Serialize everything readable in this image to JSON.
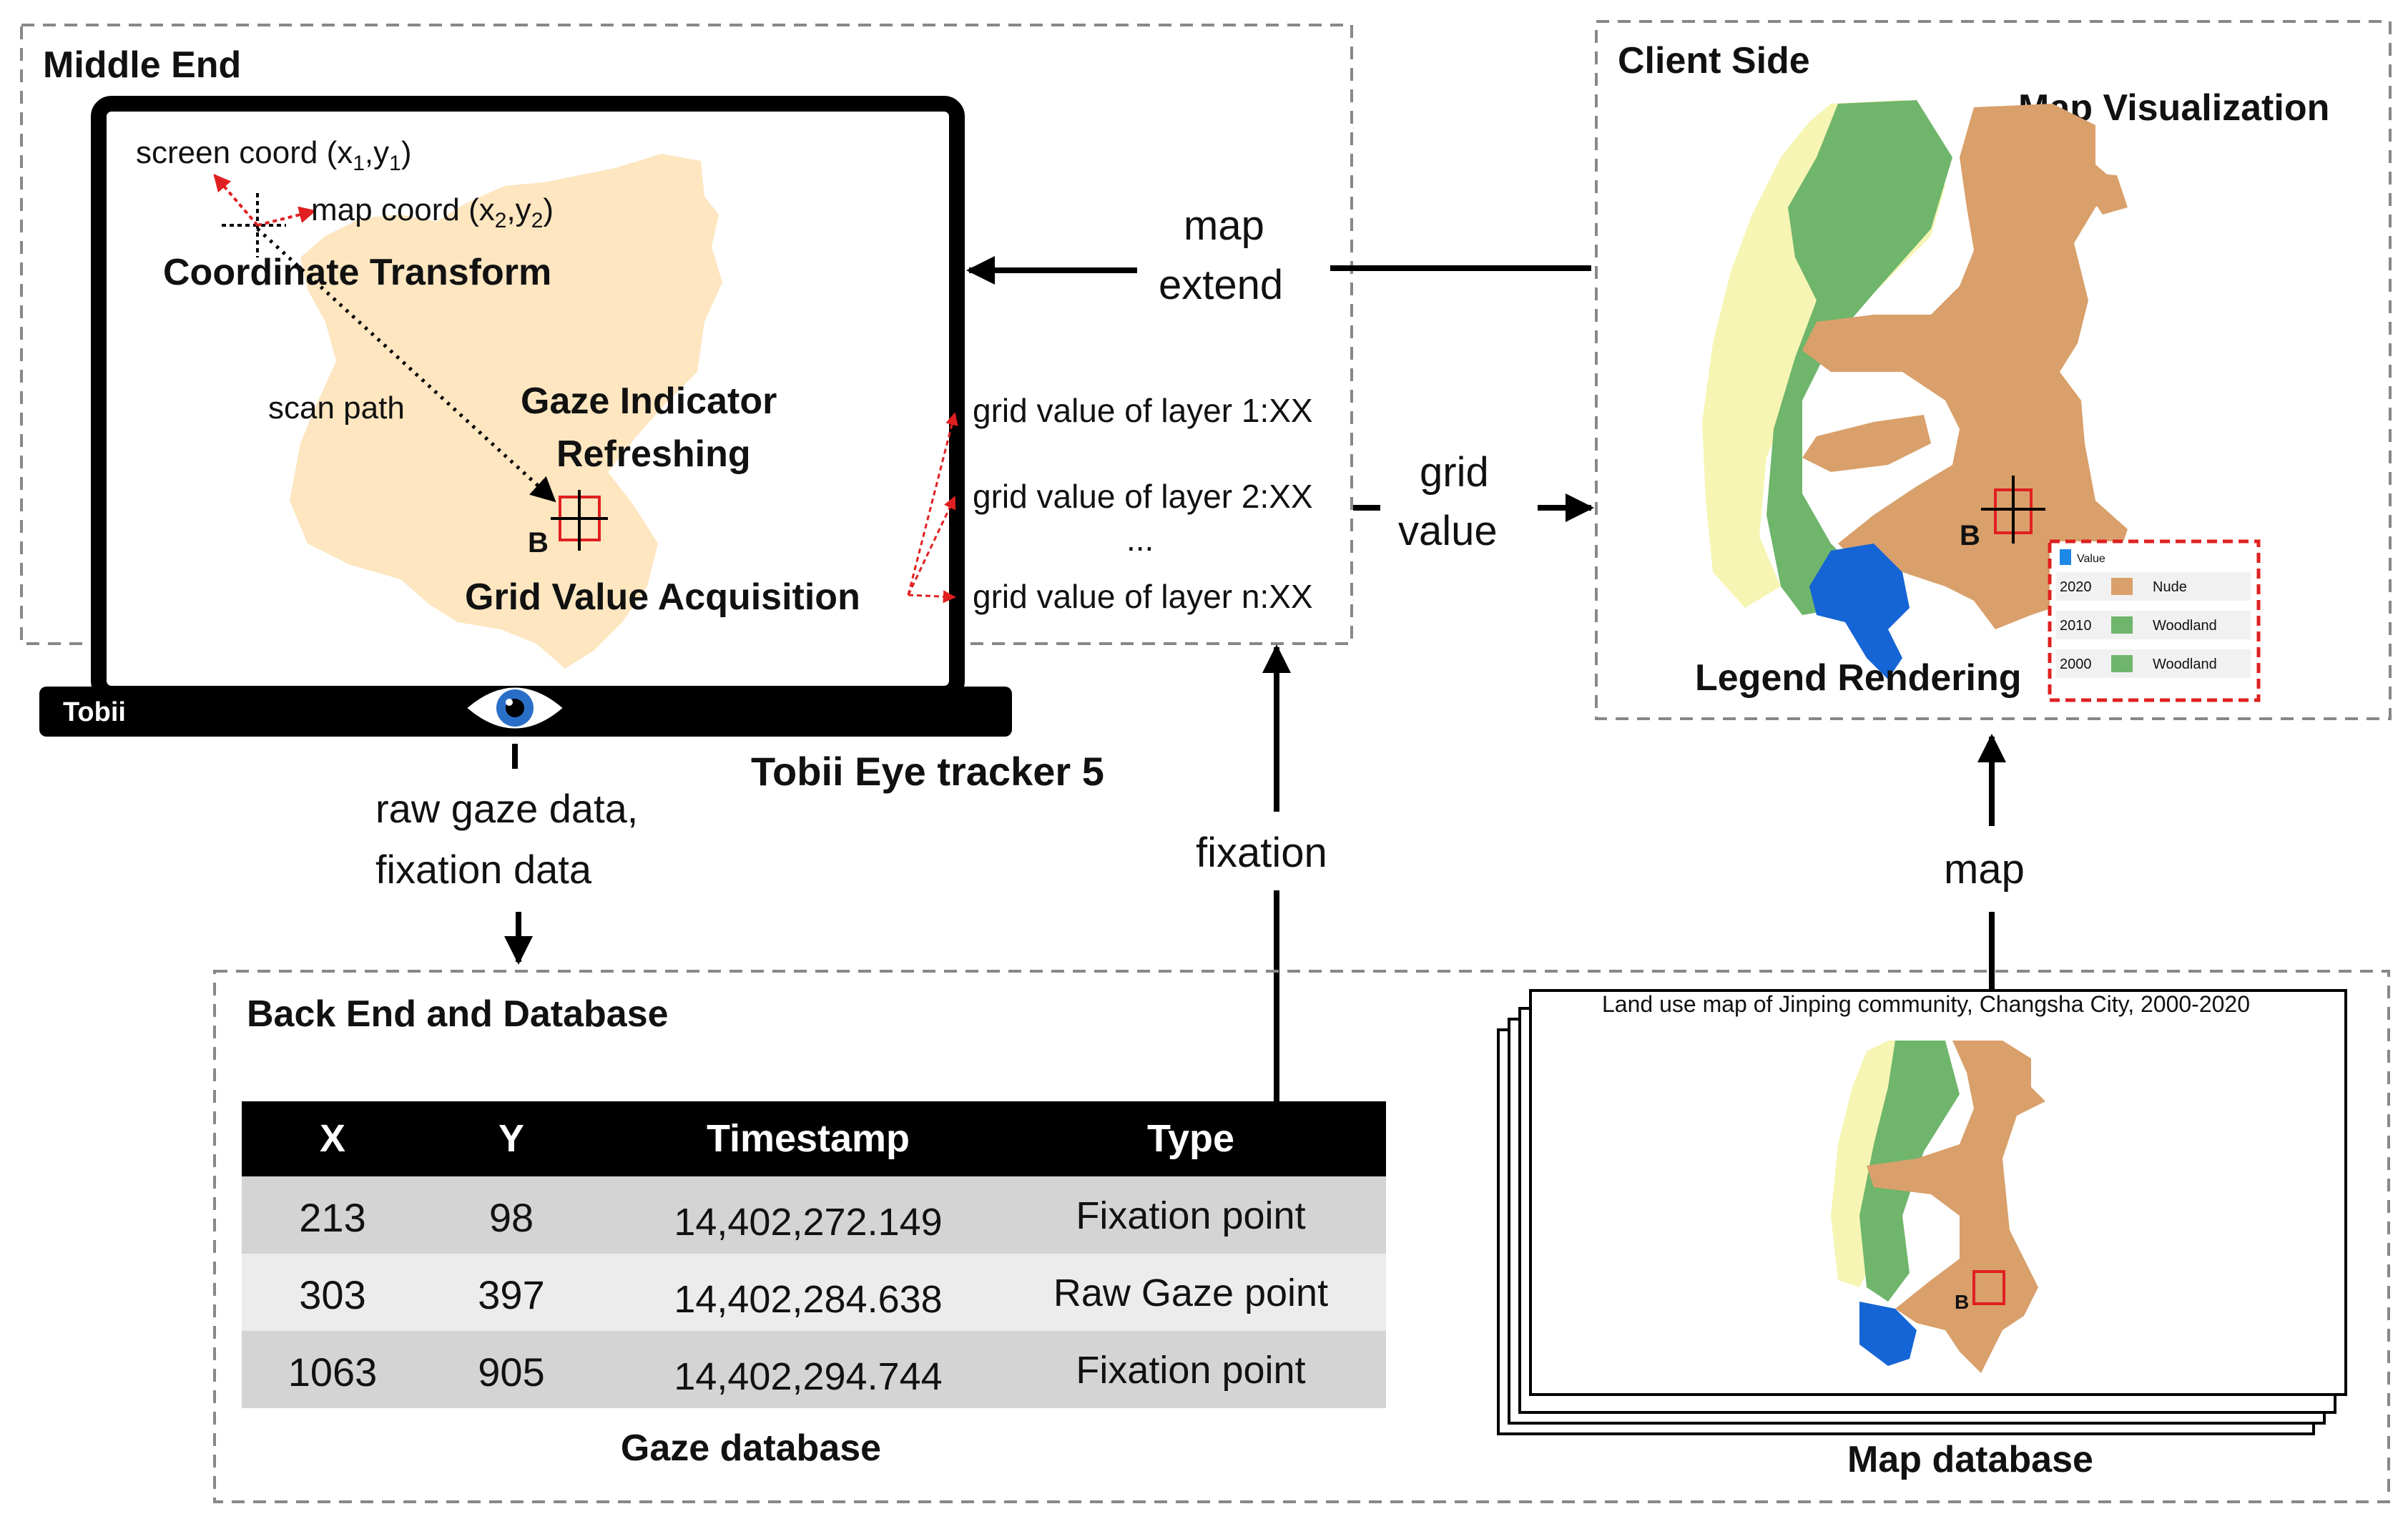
{
  "middle_end": {
    "title": "Middle End",
    "screen_coord": "screen coord (x",
    "screen_coord_sub1": "1",
    "screen_coord_sep": ",y",
    "screen_coord_sub2": "1",
    "screen_coord_end": ")",
    "map_coord": "map coord (x",
    "map_coord_sub1": "2",
    "map_coord_sep": ",y",
    "map_coord_sub2": "2",
    "map_coord_end": ")",
    "coordinate_transform": "Coordinate Transform",
    "scan_path": "scan path",
    "gaze_indicator_1": "Gaze Indicator",
    "gaze_indicator_2": "Refreshing",
    "marker_b": "B",
    "grid_value_acquisition": "Grid Value Acquisition",
    "grid_values": [
      "grid value of layer 1:XX",
      "grid value of layer 2:XX",
      "...",
      "grid value of layer n:XX"
    ]
  },
  "device": {
    "brand": "Tobii",
    "tracker_name": "Tobii Eye tracker 5"
  },
  "flows": {
    "map_extend_1": "map",
    "map_extend_2": "extend",
    "grid_value_1": "grid",
    "grid_value_2": "value",
    "raw_gaze_1": "raw gaze data,",
    "raw_gaze_2": "fixation data",
    "fixation": "fixation",
    "map": "map"
  },
  "client_side": {
    "title": "Client Side",
    "map_visualization": "Map Visualization",
    "legend_rendering": "Legend Rendering",
    "marker_b": "B",
    "legend": {
      "header": "Value",
      "rows": [
        {
          "year": "2020",
          "label": "Nude",
          "color": "#d9a06b"
        },
        {
          "year": "2010",
          "label": "Woodland",
          "color": "#6fb56b"
        },
        {
          "year": "2000",
          "label": "Woodland",
          "color": "#6fb56b"
        }
      ]
    }
  },
  "back_end": {
    "title": "Back End and Database",
    "gaze_table": {
      "headers": [
        "X",
        "Y",
        "Timestamp",
        "Type"
      ],
      "rows": [
        [
          "213",
          "98",
          "14,402,272.149",
          "Fixation point"
        ],
        [
          "303",
          "397",
          "14,402,284.638",
          "Raw Gaze point"
        ],
        [
          "1063",
          "905",
          "14,402,294.744",
          "Fixation point"
        ]
      ]
    },
    "gaze_db_label": "Gaze database",
    "map_card_title": "Land use map of Jinping community, Changsha City, 2000-2020",
    "map_marker_b": "B",
    "map_db_label": "Map database"
  },
  "colors": {
    "region_fill": "#fde6c0",
    "nude": "#d9a06b",
    "woodland": "#6fb56b",
    "grassland": "#f6f5b4",
    "water": "#1565d6",
    "highlight_red": "#e02020",
    "dashed_border": "#888888",
    "table_header": "#000000",
    "row_dark": "#d4d4d4",
    "row_light": "#ececec"
  }
}
